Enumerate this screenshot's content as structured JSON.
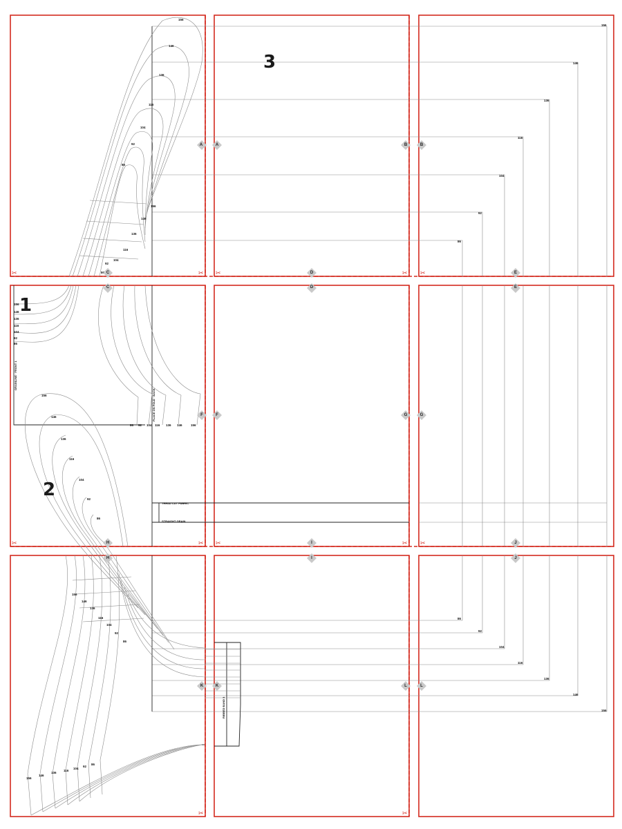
{
  "piece_numbers": [
    "1",
    "2",
    "3"
  ],
  "tile_letters": {
    "A": "A",
    "B": "B",
    "C": "C",
    "D": "D",
    "E": "E",
    "F": "F",
    "G": "G",
    "H": "H",
    "I": "I",
    "J": "J",
    "K": "K",
    "L": "L"
  },
  "scissors_symbol": "✂",
  "colors": {
    "tile_border": "#d42a1e",
    "pattern_line": "#8a8a8a",
    "marker": "#c9c9c9"
  }
}
